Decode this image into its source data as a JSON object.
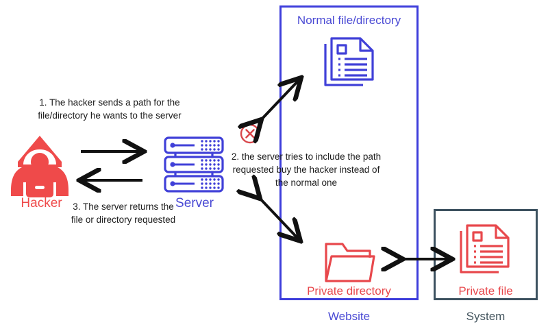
{
  "diagram": {
    "title": "Path traversal attack flow diagram",
    "background": "#ffffff"
  },
  "colors": {
    "blue": "#3d3ddb",
    "blue_text": "#4a4ad4",
    "red": "#e8484c",
    "hacker_red": "#ef4a4a",
    "slate": "#3d5260",
    "slate_text": "#45565f",
    "arrow_black": "#111111"
  },
  "actors": {
    "hacker": {
      "label": "Hacker",
      "icon": "hacker-hooded-figure-icon"
    },
    "server": {
      "label": "Server",
      "icon": "server-rack-icon"
    }
  },
  "steps": [
    {
      "id": "step-1",
      "text": "1. The hacker sends a path for the file/directory he wants to the server"
    },
    {
      "id": "step-2",
      "text": "2. the server tries to include the path requested buy the hacker instead of the normal one"
    },
    {
      "id": "step-3",
      "text": "3. The server returns the file or directory requested"
    }
  ],
  "containers": {
    "website": {
      "label": "Website",
      "border_color": "#3d3ddb",
      "items": [
        {
          "label": "Normal file/directory",
          "icon": "documents-stack-icon",
          "color": "#4a4ad4"
        },
        {
          "label": "Private directory",
          "icon": "folder-open-icon",
          "color": "#e8484c"
        }
      ]
    },
    "system": {
      "label": "System",
      "border_color": "#3d5260",
      "items": [
        {
          "label": "Private file",
          "icon": "documents-stack-icon",
          "color": "#e8484c"
        }
      ]
    }
  },
  "markers": {
    "blocked": {
      "icon": "circle-x-blocked-icon",
      "color": "#d8464a",
      "meaning": "blocked / denied"
    }
  },
  "connectors": [
    {
      "id": "hacker-to-server",
      "direction": "right",
      "style": "solid",
      "color": "#111111"
    },
    {
      "id": "server-to-hacker",
      "direction": "left",
      "style": "solid",
      "color": "#111111"
    },
    {
      "id": "server-to-normal-file",
      "direction": "bidirectional",
      "style": "diagonal-up",
      "color": "#111111"
    },
    {
      "id": "server-to-private-directory",
      "direction": "bidirectional",
      "style": "diagonal-down",
      "color": "#111111"
    },
    {
      "id": "private-directory-to-private-file",
      "direction": "bidirectional",
      "style": "horizontal",
      "color": "#111111"
    }
  ]
}
